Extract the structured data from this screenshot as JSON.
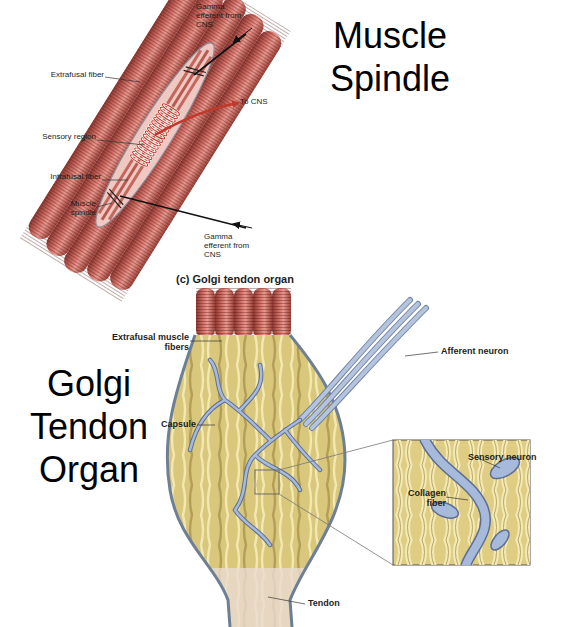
{
  "diagram": {
    "labels": [
      "Gamma efferent from CNS",
      "Extrafusal fiber",
      "To CNS",
      "Sensory region",
      "Intrafusal fiber",
      "Muscle spindle",
      "Gamma efferent from CNS",
      "Muscle Spindle",
      "(c) Golgi tendon organ",
      "Extrafusal muscle fibers",
      "Afferent neuron",
      "Capsule",
      "Golgi Tendon Organ",
      "Sensory neuron",
      "Collagen fiber",
      "Tendon"
    ]
  }
}
